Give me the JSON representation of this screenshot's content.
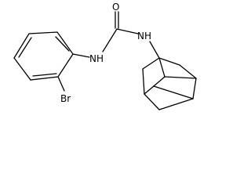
{
  "molecule": {
    "atoms": {
      "oxygen": "O",
      "nh_left": "NH",
      "nh_right": "NH",
      "bromine": "Br"
    }
  },
  "colors": {
    "bond": "#000000",
    "label": "#000000",
    "background": "#ffffff"
  }
}
